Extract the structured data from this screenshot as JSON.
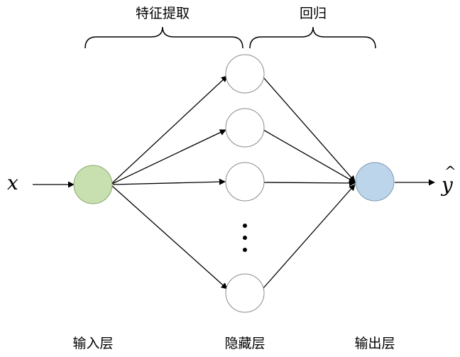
{
  "top_labels": {
    "feature_extraction": "特征提取",
    "regression": "回归"
  },
  "bottom_labels": {
    "input_layer": "输入层",
    "hidden_layer": "隐藏层",
    "output_layer": "输出层"
  },
  "input_var": "x",
  "output_var": "y",
  "output_var_hat": "^",
  "colors": {
    "input_node_fill": "#c8e0b0",
    "input_node_stroke": "#8aa870",
    "output_node_fill": "#bcd5ea",
    "output_node_stroke": "#7e9bb3",
    "hidden_node_fill": "#ffffff",
    "hidden_node_stroke": "#8c8c8c",
    "line": "#000000"
  }
}
